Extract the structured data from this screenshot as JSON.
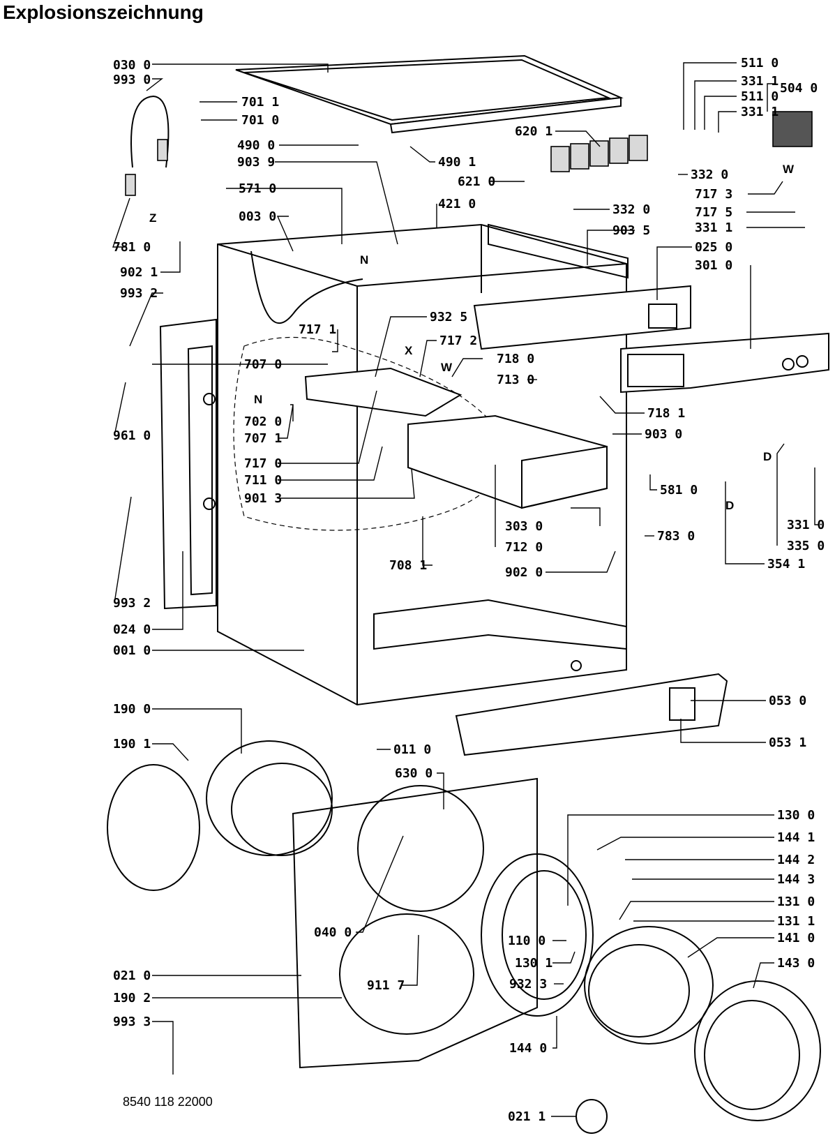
{
  "header": {
    "title": "Explosionszeichnung"
  },
  "footer": {
    "document_number": "8540 118 22000"
  },
  "callouts": [
    "030 0",
    "993 0",
    "701 1",
    "701 0",
    "490 0",
    "490 1",
    "903 9",
    "571 0",
    "003 0",
    "781 0",
    "902 1",
    "993 2",
    "717 1",
    "707 0",
    "702 0",
    "707 1",
    "717 0",
    "711 0",
    "901 3",
    "961 0",
    "993 2",
    "024 0",
    "001 0",
    "932 5",
    "717 2",
    "718 0",
    "713 0",
    "718 1",
    "903 0",
    "708 1",
    "303 0",
    "712 0",
    "902 0",
    "620 1",
    "621 0",
    "421 0",
    "332 0",
    "332 0",
    "903 5",
    "025 0",
    "301 0",
    "511 0",
    "331 1",
    "511 0",
    "331 1",
    "504 0",
    "717 3",
    "717 5",
    "331 1",
    "581 0",
    "783 0",
    "331 0",
    "335 0",
    "354 1",
    "053 0",
    "053 1",
    "190 0",
    "190 1",
    "011 0",
    "630 0",
    "040 0",
    "021 0",
    "190 2",
    "993 3",
    "911 7",
    "130 0",
    "144 1",
    "144 2",
    "144 3",
    "131 0",
    "131 1",
    "110 0",
    "130 1",
    "932 3",
    "141 0",
    "143 0",
    "144 0",
    "021 1"
  ],
  "symbols": [
    "N",
    "N",
    "Z",
    "X",
    "W",
    "W",
    "D",
    "D"
  ]
}
